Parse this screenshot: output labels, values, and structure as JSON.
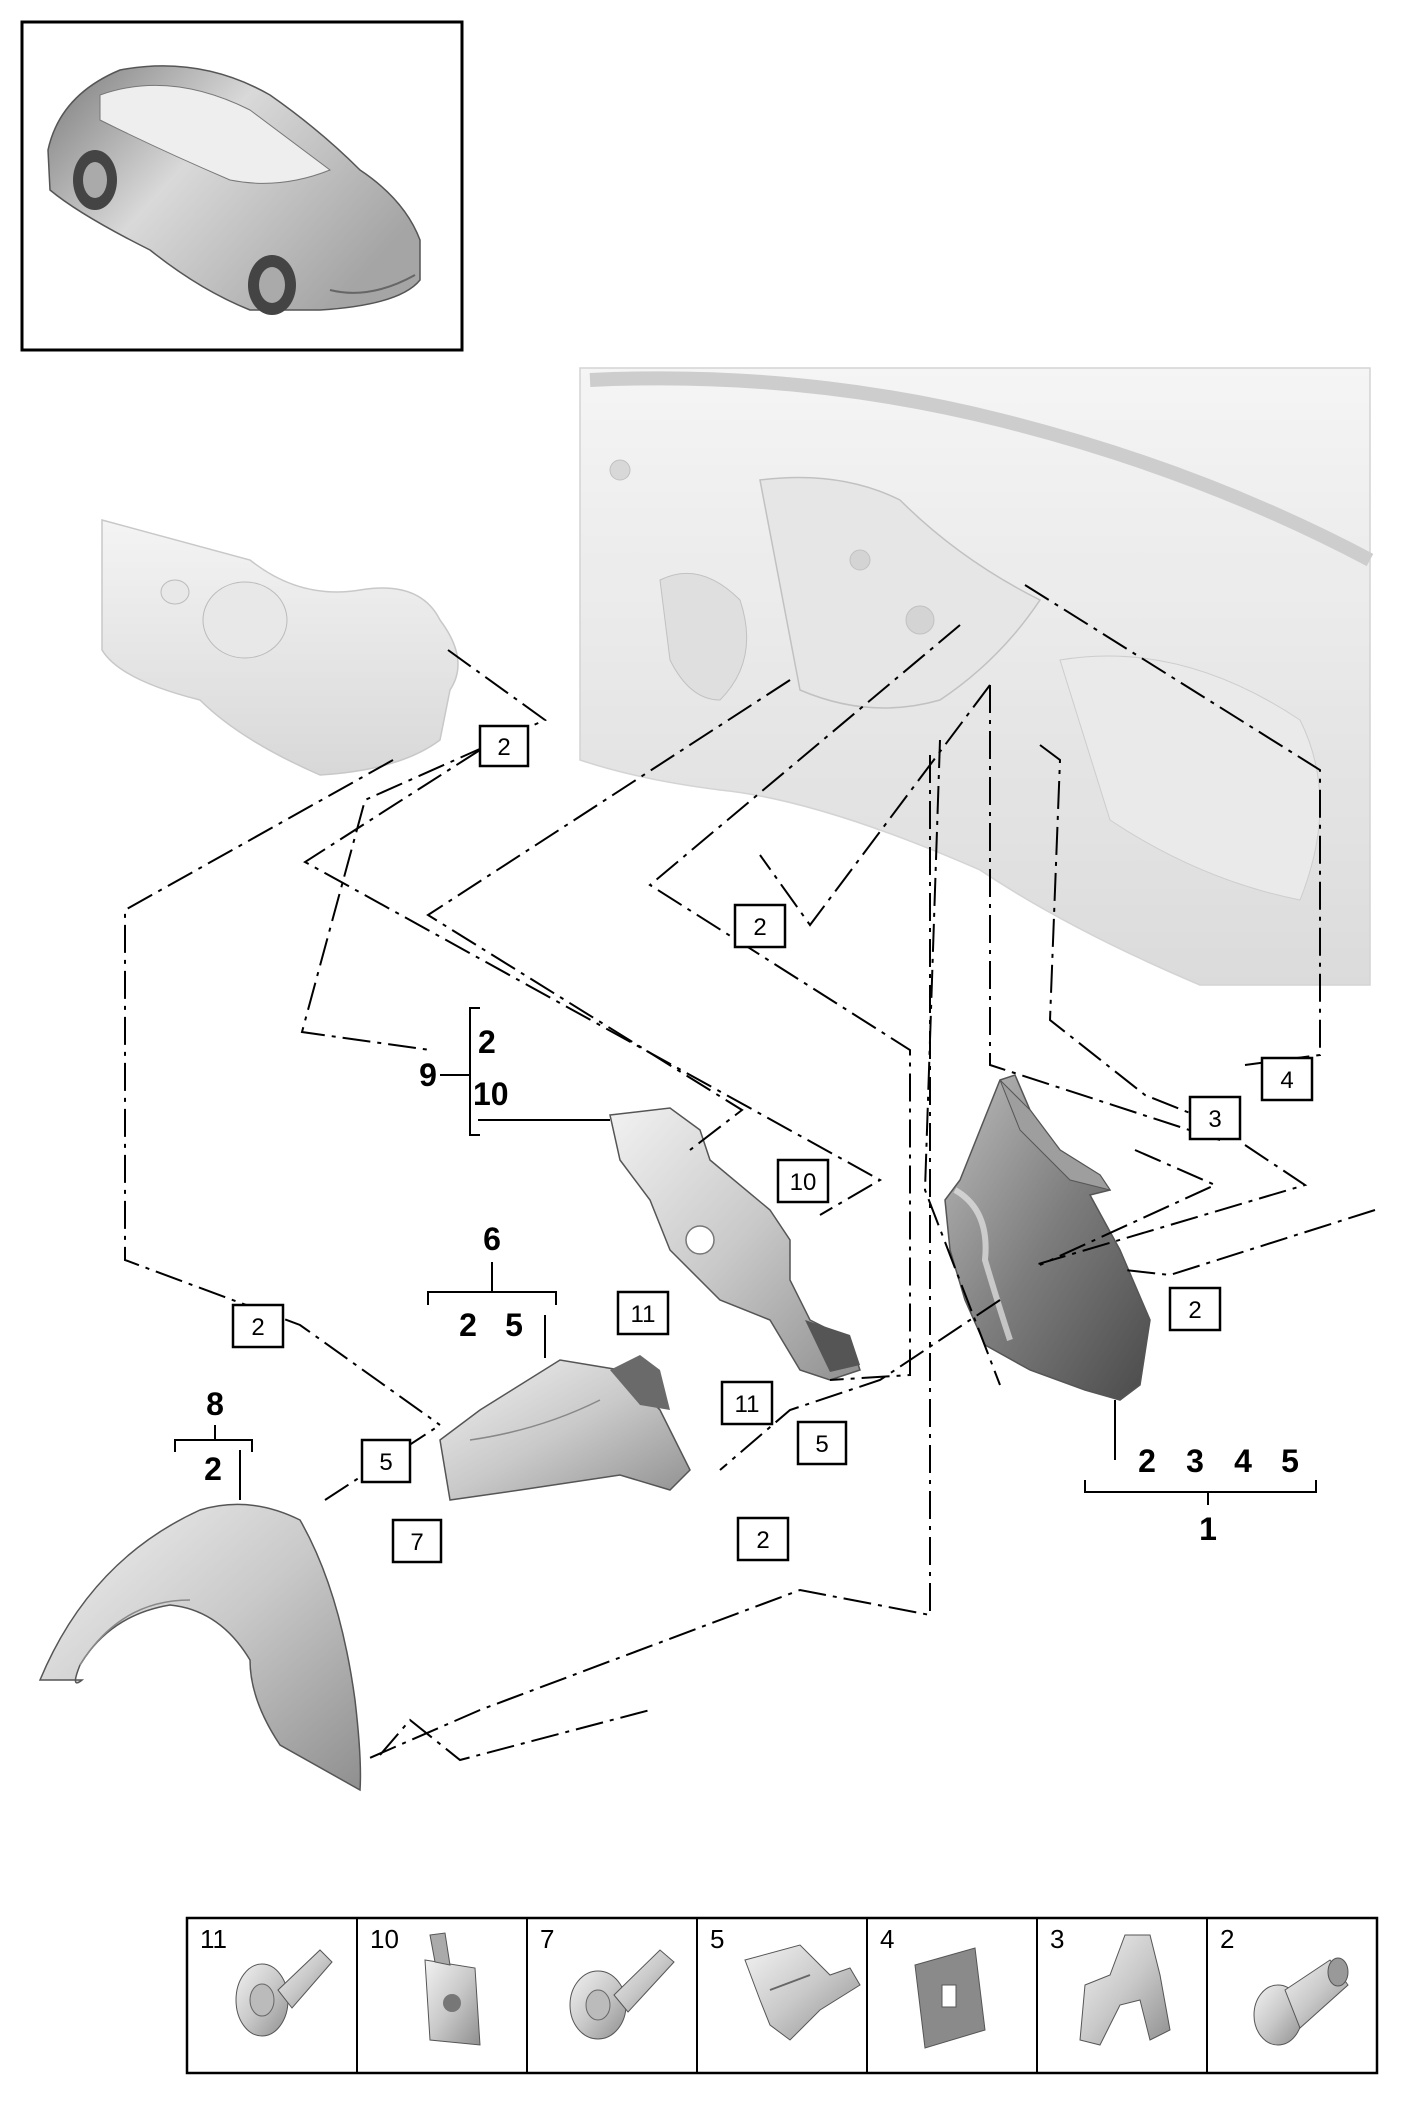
{
  "callouts": [
    {
      "id": "c-2a",
      "label": "2"
    },
    {
      "id": "c-2b",
      "label": "2"
    },
    {
      "id": "c-4",
      "label": "4"
    },
    {
      "id": "c-3",
      "label": "3"
    },
    {
      "id": "c-10",
      "label": "10"
    },
    {
      "id": "c-11a",
      "label": "11"
    },
    {
      "id": "c-11b",
      "label": "11"
    },
    {
      "id": "c-2c",
      "label": "2"
    },
    {
      "id": "c-2d",
      "label": "2"
    },
    {
      "id": "c-5a",
      "label": "5"
    },
    {
      "id": "c-5b",
      "label": "5"
    },
    {
      "id": "c-7",
      "label": "7"
    },
    {
      "id": "c-2e",
      "label": "2"
    }
  ],
  "assemblies": {
    "a9": {
      "number": "9",
      "items": [
        "2",
        "10"
      ]
    },
    "a6": {
      "number": "6",
      "items": [
        "2",
        "5"
      ]
    },
    "a8": {
      "number": "8",
      "items": [
        "2"
      ]
    },
    "a1": {
      "number": "1",
      "items": [
        "2",
        "3",
        "4",
        "5"
      ]
    }
  },
  "legend": [
    {
      "label": "11",
      "icon": "flange-bolt-icon"
    },
    {
      "label": "10",
      "icon": "speed-nut-clip-icon"
    },
    {
      "label": "7",
      "icon": "flange-screw-icon"
    },
    {
      "label": "5",
      "icon": "spring-clip-icon"
    },
    {
      "label": "4",
      "icon": "square-pad-icon"
    },
    {
      "label": "3",
      "icon": "u-clip-icon"
    },
    {
      "label": "2",
      "icon": "push-rivet-icon"
    }
  ]
}
